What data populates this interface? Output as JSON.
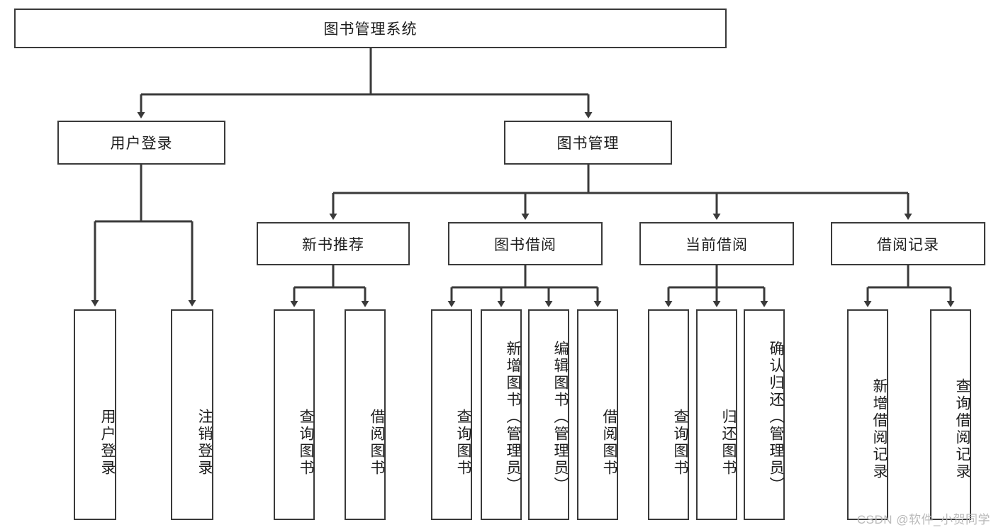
{
  "diagram": {
    "type": "tree-hierarchy",
    "title": "图书管理系统",
    "watermark": "CSDN @软件_小贺同学",
    "colors": {
      "box_border": "#3a3a3a",
      "box_fill": "#ffffff",
      "connector": "#3a3a3a",
      "text": "#1d1d1d",
      "watermark": "#b9b9b9",
      "background": "#ffffff"
    },
    "nodes": {
      "root": "图书管理系统",
      "level2": {
        "user_login": "用户登录",
        "book_manage": "图书管理"
      },
      "level3": {
        "new_book_rec": "新书推荐",
        "book_borrow": "图书借阅",
        "current_borrow": "当前借阅",
        "borrow_record": "借阅记录"
      },
      "leaves": {
        "user_login_1": "用户登录",
        "user_login_2": "注销登录",
        "new_book_rec_1": "查询图书",
        "new_book_rec_2": "借阅图书",
        "book_borrow_1": "查询图书",
        "book_borrow_2": "新增图书（管理员）",
        "book_borrow_3": "编辑图书（管理员）",
        "book_borrow_4": "借阅图书",
        "current_borrow_1": "查询图书",
        "current_borrow_2": "归还图书",
        "current_borrow_3": "确认归还（管理员）",
        "borrow_record_1": "新增借阅记录",
        "borrow_record_2": "查询借阅记录"
      }
    },
    "edges": [
      {
        "from": "root",
        "to": "user_login"
      },
      {
        "from": "root",
        "to": "book_manage"
      },
      {
        "from": "user_login",
        "to": "user_login_1"
      },
      {
        "from": "user_login",
        "to": "user_login_2"
      },
      {
        "from": "book_manage",
        "to": "new_book_rec"
      },
      {
        "from": "book_manage",
        "to": "book_borrow"
      },
      {
        "from": "book_manage",
        "to": "current_borrow"
      },
      {
        "from": "book_manage",
        "to": "borrow_record"
      },
      {
        "from": "new_book_rec",
        "to": "new_book_rec_1"
      },
      {
        "from": "new_book_rec",
        "to": "new_book_rec_2"
      },
      {
        "from": "book_borrow",
        "to": "book_borrow_1"
      },
      {
        "from": "book_borrow",
        "to": "book_borrow_2"
      },
      {
        "from": "book_borrow",
        "to": "book_borrow_3"
      },
      {
        "from": "book_borrow",
        "to": "book_borrow_4"
      },
      {
        "from": "current_borrow",
        "to": "current_borrow_1"
      },
      {
        "from": "current_borrow",
        "to": "current_borrow_2"
      },
      {
        "from": "current_borrow",
        "to": "current_borrow_3"
      },
      {
        "from": "borrow_record",
        "to": "borrow_record_1"
      },
      {
        "from": "borrow_record",
        "to": "borrow_record_2"
      }
    ]
  }
}
